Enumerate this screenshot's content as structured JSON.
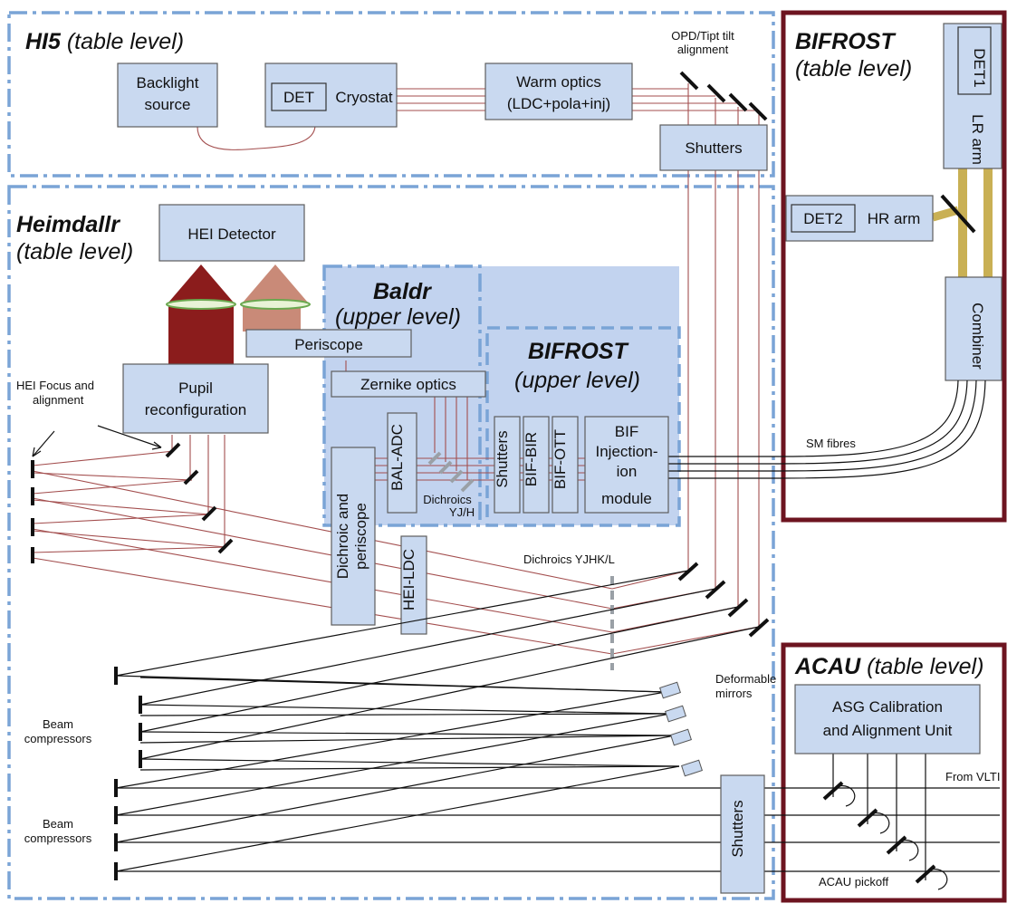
{
  "regions": {
    "hi5": {
      "bold": "HI5",
      "rest": " (table level)"
    },
    "heimdallr": {
      "bold": "Heimdallr",
      "line2": "(table level)"
    },
    "baldr": {
      "bold": "Baldr",
      "line2": "(upper level)"
    },
    "bifrost_upper": {
      "bold": "BIFROST",
      "line2": "(upper level)"
    },
    "bifrost_table": {
      "bold": "BIFROST",
      "line2": "(table level)"
    },
    "acau": {
      "bold": "ACAU",
      "rest": " (table level)"
    }
  },
  "boxes": {
    "backlight": [
      "Backlight",
      "source"
    ],
    "det": "DET",
    "cryostat": "Cryostat",
    "warm_optics": [
      "Warm optics",
      "(LDC+pola+inj)"
    ],
    "shutters_top": "Shutters",
    "det1": "DET1",
    "lr_arm": "LR arm",
    "det2": "DET2",
    "hr_arm": "HR arm",
    "combiner": "Combiner",
    "hei_detector": "HEI Detector",
    "periscope": "Periscope",
    "pupil": [
      "Pupil",
      "reconfiguration"
    ],
    "zernike": "Zernike optics",
    "bal_adc": "BAL-ADC",
    "dichroic_periscope": [
      "Dichroic and",
      "periscope"
    ],
    "hei_ldc": "HEI-LDC",
    "shutters_bif": "Shutters",
    "bif_bir": "BIF-BIR",
    "bif_ott": "BIF-OTT",
    "bif_injection": [
      "BIF",
      "Injection-",
      "ion",
      "module"
    ],
    "asg": [
      "ASG Calibration",
      "and Alignment Unit"
    ],
    "shutters_bottom": "Shutters"
  },
  "annotations": {
    "opd": [
      "OPD/Tipt tilt",
      "alignment"
    ],
    "hei_focus": [
      "HEI Focus and",
      "alignment"
    ],
    "sm_fibres": "SM fibres",
    "dichroics_yjh": [
      "Dichroics",
      "YJ/H"
    ],
    "dichroics_yjhkl": "Dichroics YJHK/L",
    "deformable": [
      "Deformable",
      "mirrors"
    ],
    "beam_comp_1": [
      "Beam",
      "compressors"
    ],
    "beam_comp_2": [
      "Beam",
      "compressors"
    ],
    "from_vlti": "From VLTI",
    "acau_pickoff": "ACAU pickoff"
  },
  "colors": {
    "box_fill": "#c9d9f0",
    "region_dash": "#7aa4d6",
    "bifrost_border": "#6d1420",
    "beam_red": "#a34e4e",
    "gold_beam": "#c9b054",
    "hei_cone_dark": "#8b1c1c",
    "hei_cone_light": "#c98a78"
  }
}
